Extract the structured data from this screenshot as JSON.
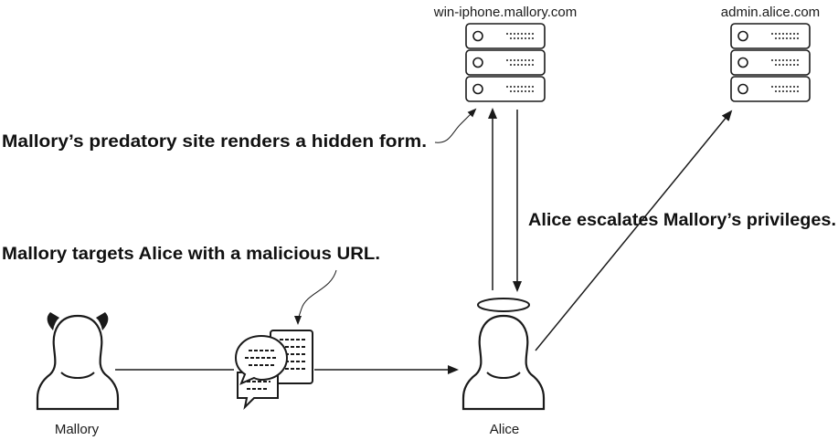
{
  "servers": {
    "win_iphone": {
      "label": "win-iphone.mallory.com"
    },
    "admin_alice": {
      "label": "admin.alice.com"
    }
  },
  "people": {
    "mallory": {
      "label": "Mallory",
      "icon": "devil-person-icon"
    },
    "alice": {
      "label": "Alice",
      "icon": "angel-person-icon"
    }
  },
  "message_icon": "chat-bubbles-icon",
  "annotations": {
    "predatory": "Mallory’s predatory site renders a hidden form.",
    "targets": "Mallory targets Alice with a malicious URL.",
    "escalates": "Alice escalates Mallory’s privileges."
  },
  "colors": {
    "stroke": "#1a1a1a",
    "fill": "#ffffff"
  }
}
